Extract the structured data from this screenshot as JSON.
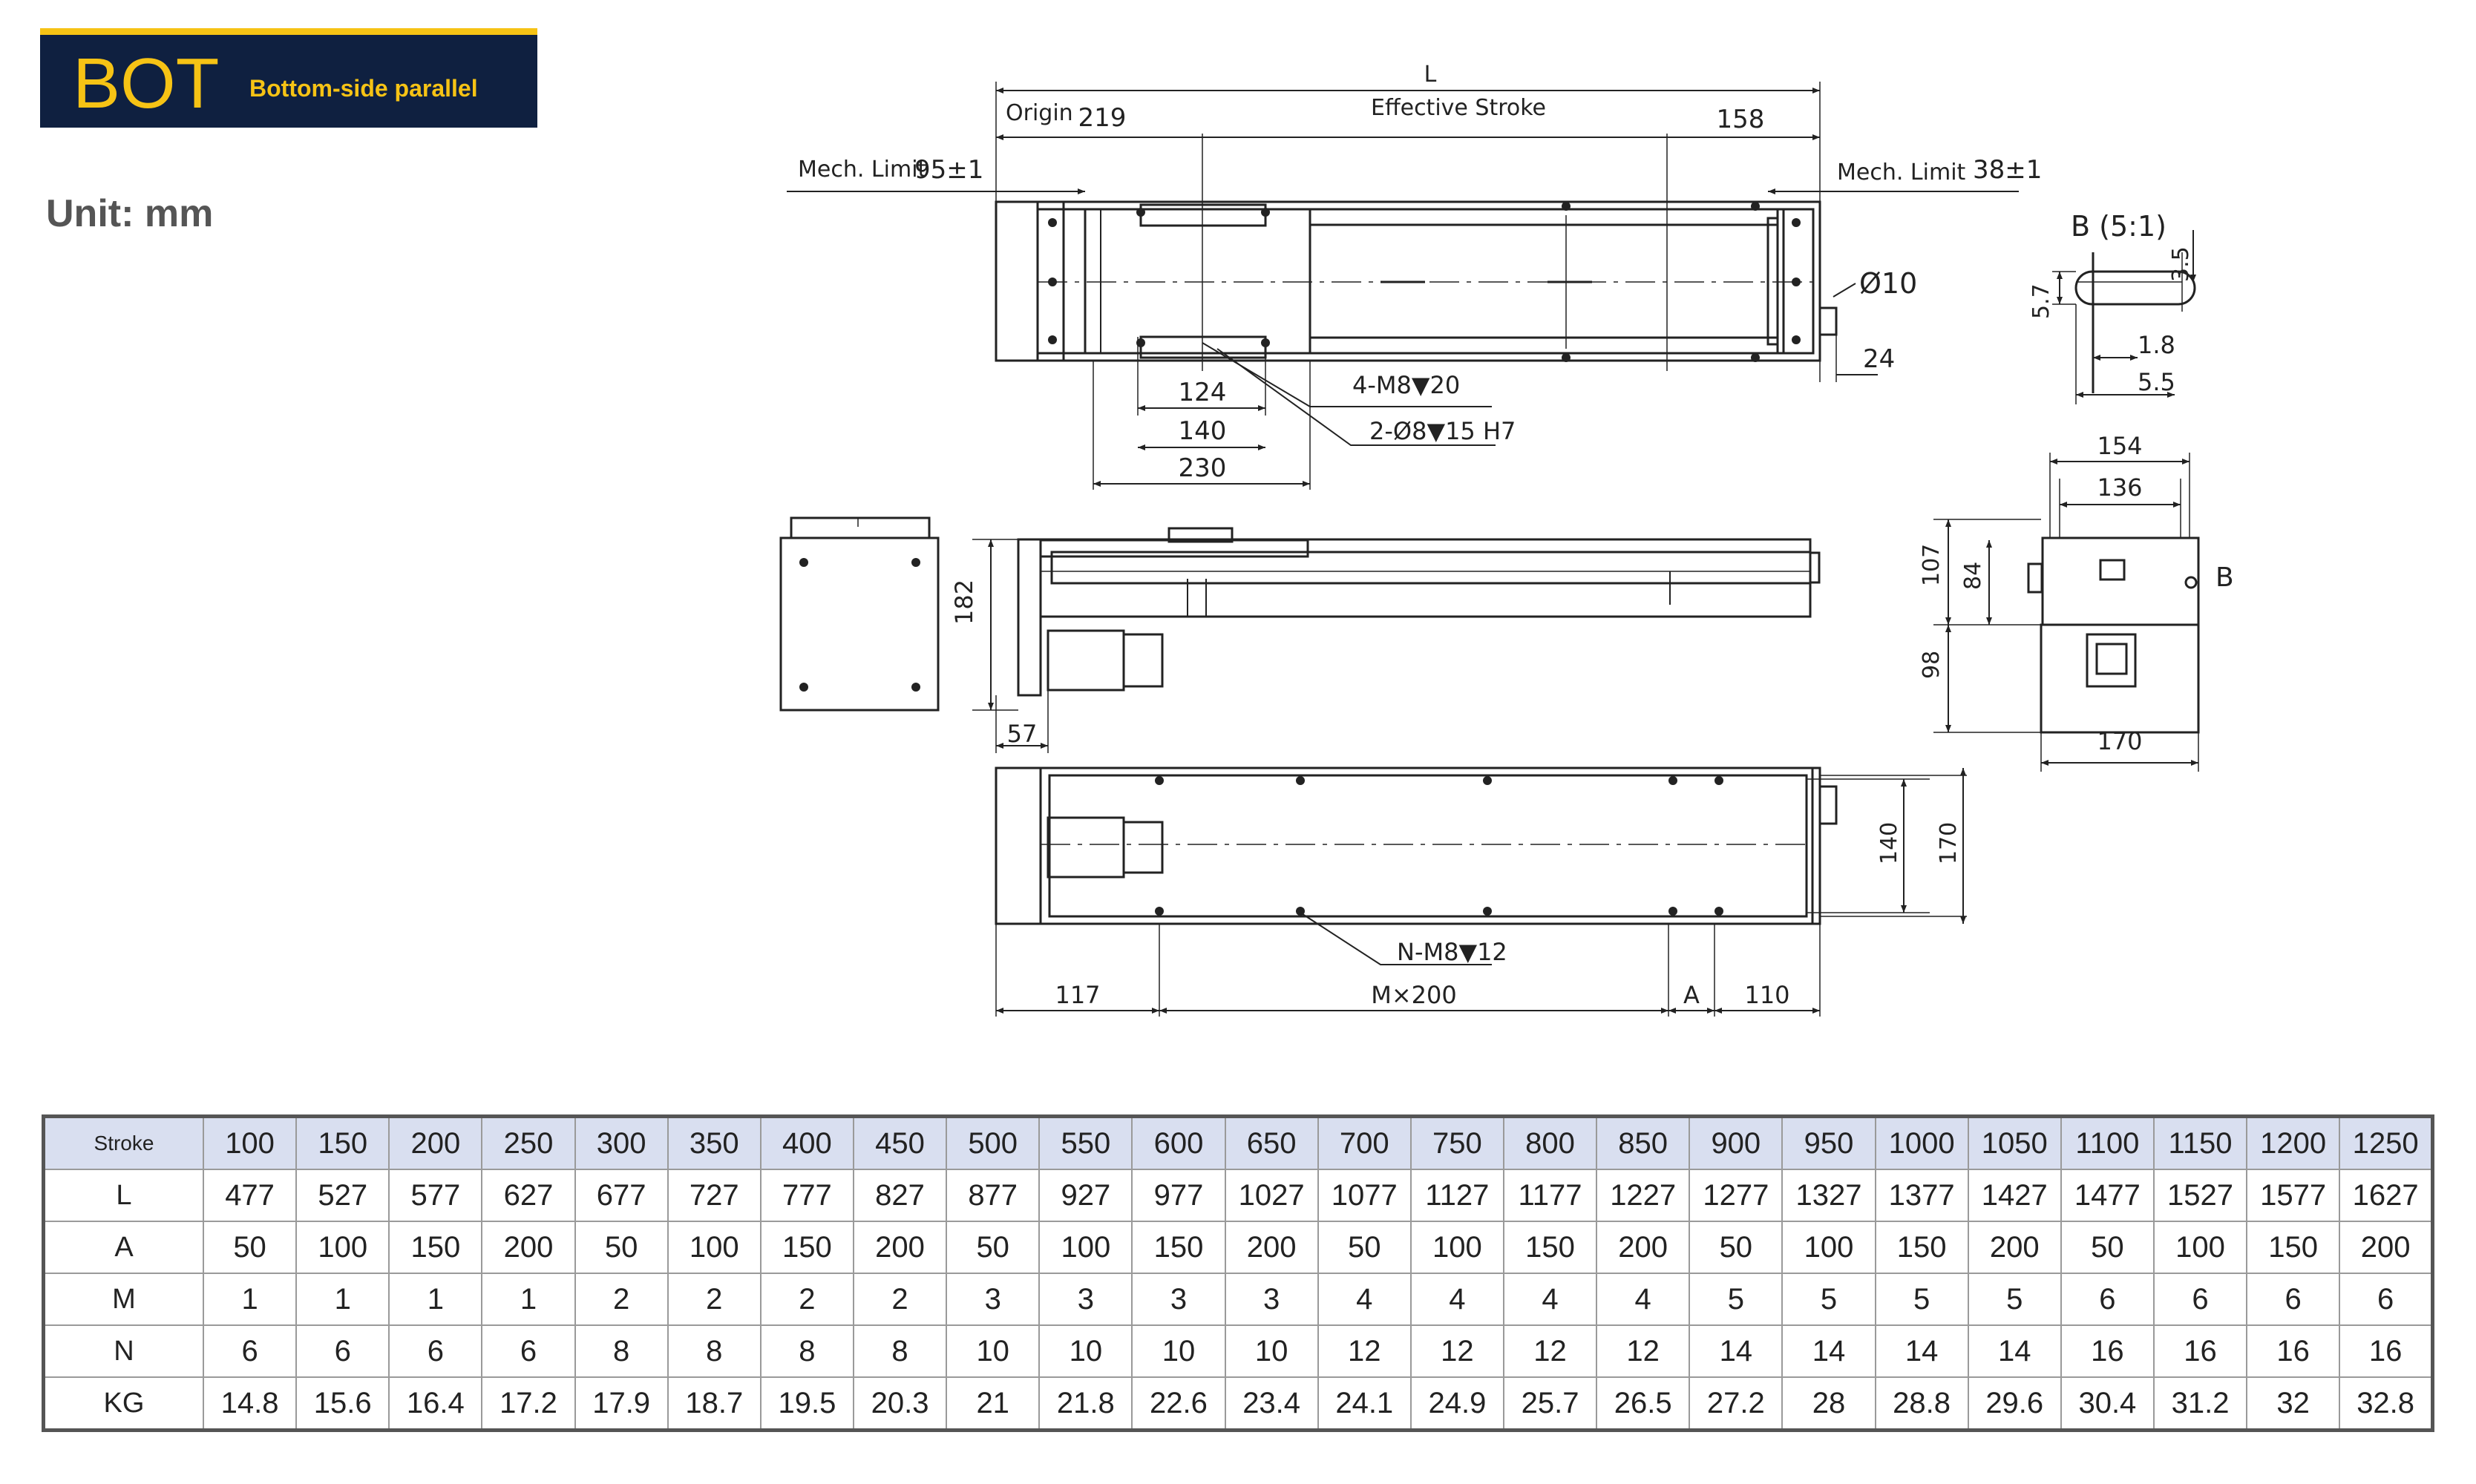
{
  "header": {
    "code": "BOT",
    "subtitle": "Bottom-side parallel"
  },
  "unit_label": "Unit: mm",
  "colors": {
    "badge_bg": "#0f2040",
    "badge_accent": "#f6c315",
    "table_header_bg": "#d9dff0",
    "line": "#222222"
  },
  "drawing": {
    "top_view": {
      "L": "L",
      "origin": "Origin",
      "effective_stroke": "Effective Stroke",
      "dim_219": "219",
      "dim_158": "158",
      "mech_limit_left": "Mech. Limit",
      "mech_limit_left_val": "95±1",
      "mech_limit_right": "Mech. Limit",
      "mech_limit_right_val": "38±1",
      "dim_phi10": "Ø10",
      "dim_24": "24",
      "dim_124": "124",
      "dim_140": "140",
      "dim_230": "230",
      "callout_tapped": "4-M8▼20",
      "callout_pin": "2-Ø8▼15 H7"
    },
    "detail_b": {
      "title": "B (5:1)",
      "d35": "3.5",
      "d57": "5.7",
      "d18": "1.8",
      "d55": "5.5"
    },
    "side_view": {
      "dim_182": "182",
      "dim_57": "57"
    },
    "end_view": {
      "dim_154": "154",
      "dim_136": "136",
      "dim_107": "107",
      "dim_84": "84",
      "dim_98": "98",
      "dim_170": "170",
      "label_b": "B"
    },
    "bottom_view": {
      "dim_140": "140",
      "dim_170": "170",
      "callout_holes": "N-M8▼12",
      "dim_117": "117",
      "dim_mx200": "M×200",
      "dim_a": "A",
      "dim_110": "110"
    }
  },
  "spec_table": {
    "rows": [
      {
        "label": "Stroke",
        "values": [
          "100",
          "150",
          "200",
          "250",
          "300",
          "350",
          "400",
          "450",
          "500",
          "550",
          "600",
          "650",
          "700",
          "750",
          "800",
          "850",
          "900",
          "950",
          "1000",
          "1050",
          "1100",
          "1150",
          "1200",
          "1250"
        ]
      },
      {
        "label": "L",
        "values": [
          "477",
          "527",
          "577",
          "627",
          "677",
          "727",
          "777",
          "827",
          "877",
          "927",
          "977",
          "1027",
          "1077",
          "1127",
          "1177",
          "1227",
          "1277",
          "1327",
          "1377",
          "1427",
          "1477",
          "1527",
          "1577",
          "1627"
        ]
      },
      {
        "label": "A",
        "values": [
          "50",
          "100",
          "150",
          "200",
          "50",
          "100",
          "150",
          "200",
          "50",
          "100",
          "150",
          "200",
          "50",
          "100",
          "150",
          "200",
          "50",
          "100",
          "150",
          "200",
          "50",
          "100",
          "150",
          "200"
        ]
      },
      {
        "label": "M",
        "values": [
          "1",
          "1",
          "1",
          "1",
          "2",
          "2",
          "2",
          "2",
          "3",
          "3",
          "3",
          "3",
          "4",
          "4",
          "4",
          "4",
          "5",
          "5",
          "5",
          "5",
          "6",
          "6",
          "6",
          "6"
        ]
      },
      {
        "label": "N",
        "values": [
          "6",
          "6",
          "6",
          "6",
          "8",
          "8",
          "8",
          "8",
          "10",
          "10",
          "10",
          "10",
          "12",
          "12",
          "12",
          "12",
          "14",
          "14",
          "14",
          "14",
          "16",
          "16",
          "16",
          "16"
        ]
      },
      {
        "label": "KG",
        "values": [
          "14.8",
          "15.6",
          "16.4",
          "17.2",
          "17.9",
          "18.7",
          "19.5",
          "20.3",
          "21",
          "21.8",
          "22.6",
          "23.4",
          "24.1",
          "24.9",
          "25.7",
          "26.5",
          "27.2",
          "28",
          "28.8",
          "29.6",
          "30.4",
          "31.2",
          "32",
          "32.8"
        ]
      }
    ]
  }
}
